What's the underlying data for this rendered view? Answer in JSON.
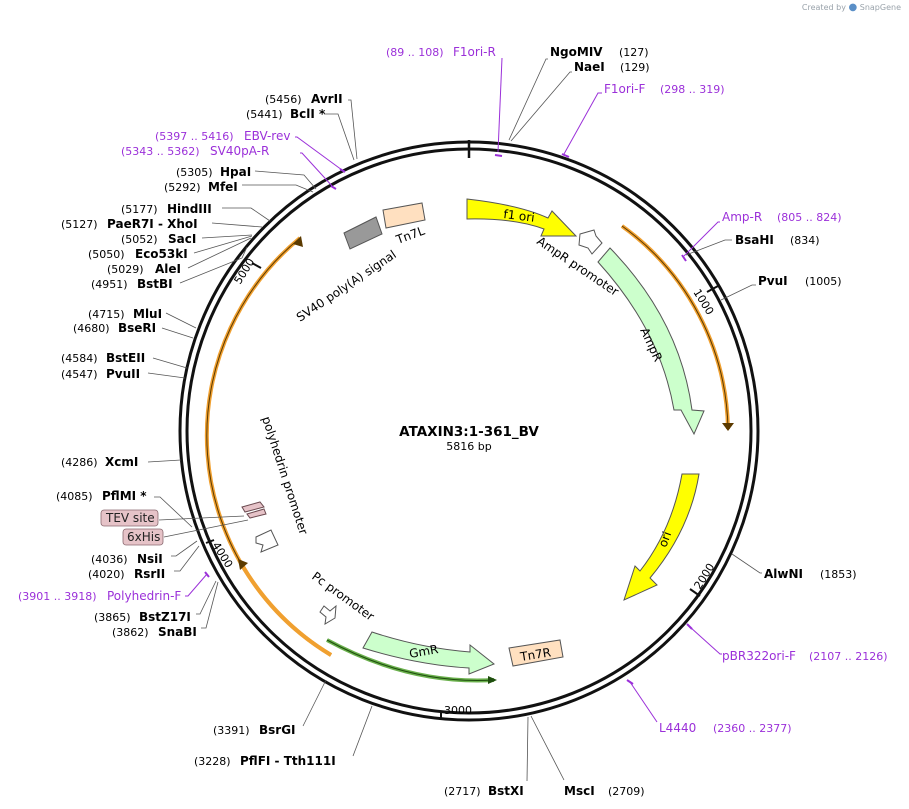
{
  "watermark": {
    "prefix": "Created by",
    "brand": "SnapGene"
  },
  "plasmid": {
    "name": "ATAXIN3:1-361_BV",
    "length": "5816 bp",
    "total_bp": 5816
  },
  "ticks": [
    {
      "bp": 1000,
      "label": "1000"
    },
    {
      "bp": 2000,
      "label": "2000"
    },
    {
      "bp": 3000,
      "label": "3000"
    },
    {
      "bp": 4000,
      "label": "4000"
    },
    {
      "bp": 5000,
      "label": "5000"
    }
  ],
  "sites": [
    {
      "name": "NgoMIV",
      "pos": "(127)",
      "bp": 127,
      "side": "right"
    },
    {
      "name": "NaeI",
      "pos": "(129)",
      "bp": 129,
      "side": "right"
    },
    {
      "name": "BsaHI",
      "pos": "(834)",
      "bp": 834,
      "side": "right"
    },
    {
      "name": "PvuI",
      "pos": "(1005)",
      "bp": 1005,
      "side": "right"
    },
    {
      "name": "AlwNI",
      "pos": "(1853)",
      "bp": 1853,
      "side": "right"
    },
    {
      "name": "MscI",
      "pos": "(2709)",
      "bp": 2709,
      "side": "right"
    },
    {
      "name": "BstXI",
      "pos": "(2717)",
      "bp": 2717,
      "side": "left"
    },
    {
      "name": "PflFI - Tth111I",
      "pos": "(3228)",
      "bp": 3228,
      "side": "left"
    },
    {
      "name": "BsrGI",
      "pos": "(3391)",
      "bp": 3391,
      "side": "left"
    },
    {
      "name": "SnaBI",
      "pos": "(3862)",
      "bp": 3862,
      "side": "left"
    },
    {
      "name": "BstZ17I",
      "pos": "(3865)",
      "bp": 3865,
      "side": "left"
    },
    {
      "name": "RsrII",
      "pos": "(4020)",
      "bp": 4020,
      "side": "left"
    },
    {
      "name": "NsiI",
      "pos": "(4036)",
      "bp": 4036,
      "side": "left"
    },
    {
      "name": "PflMI *",
      "pos": "(4085)",
      "bp": 4085,
      "side": "left"
    },
    {
      "name": "XcmI",
      "pos": "(4286)",
      "bp": 4286,
      "side": "left"
    },
    {
      "name": "PvuII",
      "pos": "(4547)",
      "bp": 4547,
      "side": "left"
    },
    {
      "name": "BstEII",
      "pos": "(4584)",
      "bp": 4584,
      "side": "left"
    },
    {
      "name": "BseRI",
      "pos": "(4680)",
      "bp": 4680,
      "side": "left"
    },
    {
      "name": "MluI",
      "pos": "(4715)",
      "bp": 4715,
      "side": "left"
    },
    {
      "name": "BstBI",
      "pos": "(4951)",
      "bp": 4951,
      "side": "left"
    },
    {
      "name": "AleI",
      "pos": "(5029)",
      "bp": 5029,
      "side": "left"
    },
    {
      "name": "Eco53kI",
      "pos": "(5050)",
      "bp": 5050,
      "side": "left"
    },
    {
      "name": "SacI",
      "pos": "(5052)",
      "bp": 5052,
      "side": "left"
    },
    {
      "name": "PaeR7I - XhoI",
      "pos": "(5127)",
      "bp": 5127,
      "side": "left"
    },
    {
      "name": "HindIII",
      "pos": "(5177)",
      "bp": 5177,
      "side": "left"
    },
    {
      "name": "MfeI",
      "pos": "(5292)",
      "bp": 5292,
      "side": "left"
    },
    {
      "name": "HpaI",
      "pos": "(5305)",
      "bp": 5305,
      "side": "left"
    },
    {
      "name": "BclI *",
      "pos": "(5441)",
      "bp": 5441,
      "side": "left"
    },
    {
      "name": "AvrII",
      "pos": "(5456)",
      "bp": 5456,
      "side": "left"
    }
  ],
  "primers": [
    {
      "name": "F1ori-R",
      "range": "(89 .. 108)",
      "bp": 98,
      "side": "left"
    },
    {
      "name": "F1ori-F",
      "range": "(298 .. 319)",
      "bp": 308,
      "side": "right"
    },
    {
      "name": "Amp-R",
      "range": "(805 .. 824)",
      "bp": 814,
      "side": "right"
    },
    {
      "name": "pBR322ori-F",
      "range": "(2107 .. 2126)",
      "bp": 2116,
      "side": "right"
    },
    {
      "name": "L4440",
      "range": "(2360 .. 2377)",
      "bp": 2368,
      "side": "right"
    },
    {
      "name": "Polyhedrin-F",
      "range": "(3901 .. 3918)",
      "bp": 3909,
      "side": "left"
    },
    {
      "name": "SV40pA-R",
      "range": "(5343 .. 5362)",
      "bp": 5352,
      "side": "left"
    },
    {
      "name": "EBV-rev",
      "range": "(5397 .. 5416)",
      "bp": 5406,
      "side": "left"
    }
  ],
  "tags": [
    {
      "name": "TEV site"
    },
    {
      "name": "6xHis"
    }
  ],
  "features": [
    {
      "name": "f1 ori",
      "color": "#ffff00"
    },
    {
      "name": "AmpR promoter",
      "color": "#ffffff"
    },
    {
      "name": "AmpR",
      "color": "#ccffcc"
    },
    {
      "name": "ori",
      "color": "#ffff00"
    },
    {
      "name": "GmR",
      "color": "#ccffcc"
    },
    {
      "name": "Tn7R",
      "color": "#ffe0c0"
    },
    {
      "name": "Pc promoter",
      "color": "#ffffff"
    },
    {
      "name": "polyhedrin promoter",
      "color": "#ffffff"
    },
    {
      "name": "SV40 poly(A) signal",
      "color": "#999999"
    },
    {
      "name": "Tn7L",
      "color": "#ffe0c0"
    }
  ],
  "colors": {
    "primer": "#9b30d9",
    "orf_orange": "#f0a030",
    "orf_green": "#6ab04c",
    "tag_fill": "#e6c3c8"
  }
}
